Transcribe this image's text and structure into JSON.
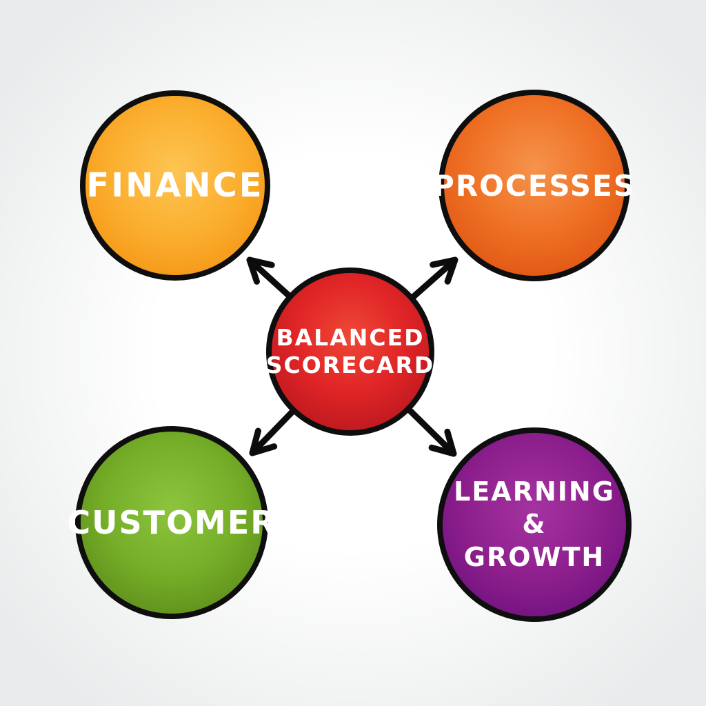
{
  "diagram": {
    "type": "mindmap",
    "topic": "Balanced Scorecard",
    "background": {
      "center_color": "#ffffff",
      "edge_color": "#e9ebec"
    },
    "connector_color": "#0c0c0c",
    "center_node": {
      "label_line1": "BALANCED",
      "label_line2": "SCORECARD",
      "fill_center": "#ef4837",
      "fill_edge": "#ae141c",
      "border_color": "#0e0e0e",
      "text_color": "#ffffff"
    },
    "nodes": [
      {
        "id": "finance",
        "label": "FINANCE",
        "fill_center": "#fdc553",
        "fill_edge": "#ee8c0d",
        "border_color": "#0e0e0e",
        "text_color": "#ffffff"
      },
      {
        "id": "processes",
        "label": "PROCESSES",
        "fill_center": "#f6934c",
        "fill_edge": "#d84a10",
        "border_color": "#0e0e0e",
        "text_color": "#ffffff"
      },
      {
        "id": "customer",
        "label": "CUSTOMER",
        "fill_center": "#8cc43e",
        "fill_edge": "#527f14",
        "border_color": "#0e0e0e",
        "text_color": "#ffffff"
      },
      {
        "id": "learning-growth",
        "label": "LEARNING &",
        "label2": "GROWTH",
        "fill_center": "#a433a0",
        "fill_edge": "#651178",
        "border_color": "#0e0e0e",
        "text_color": "#ffffff"
      }
    ]
  }
}
